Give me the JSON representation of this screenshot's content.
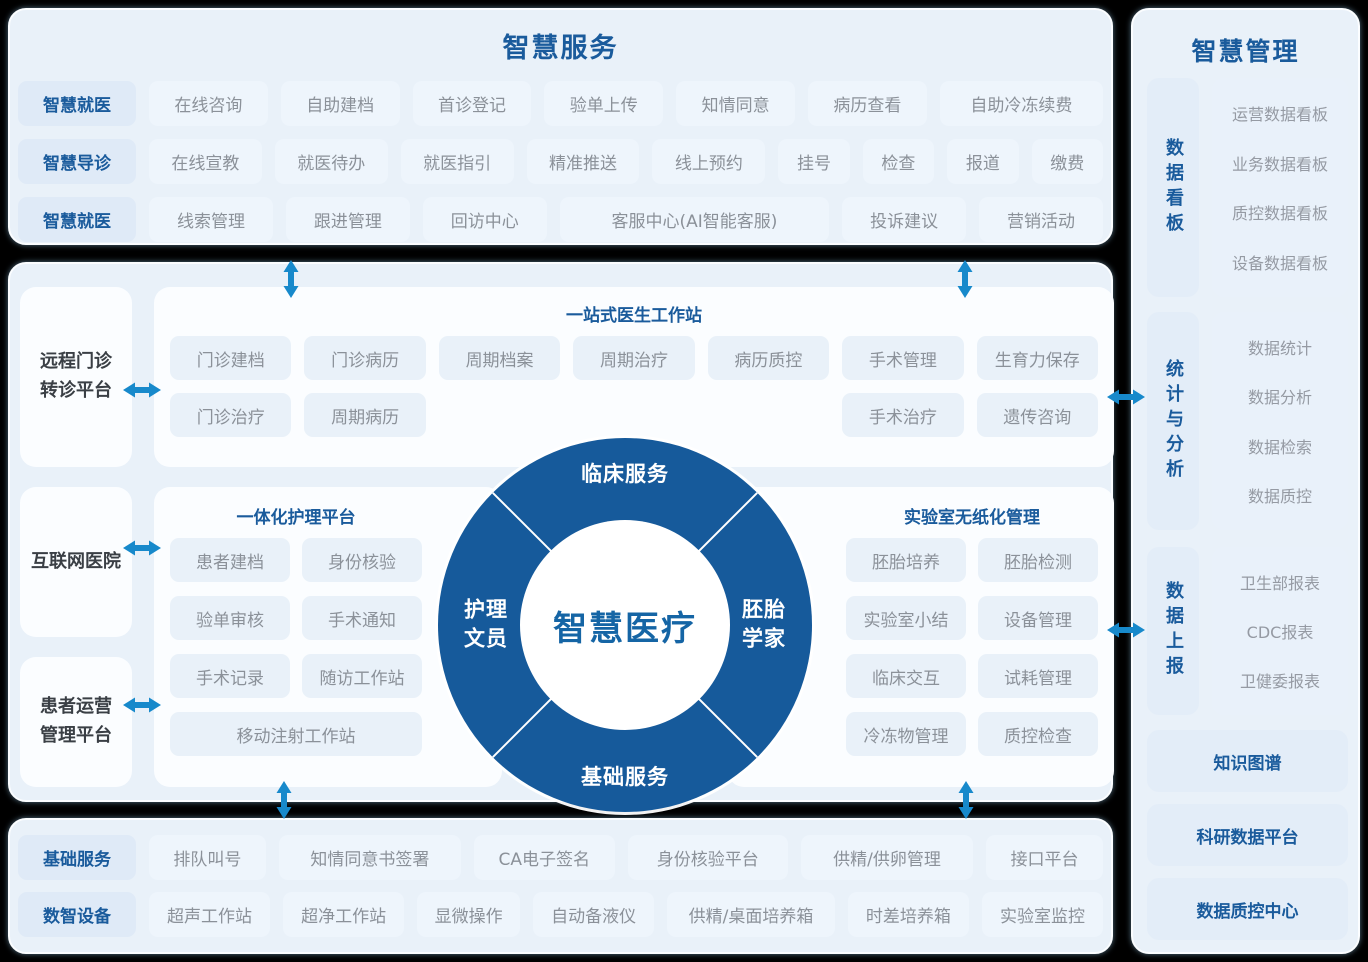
{
  "colors": {
    "brand_blue": "#1a5b9c",
    "arrow_accent": "#1789cb",
    "ring_blue": "#165a9b",
    "panel_bg": "#e9f1f9",
    "chip_bg": "#eef5fc",
    "chip_text": "#8b9199"
  },
  "top_panel": {
    "title": "智慧服务",
    "rows": [
      {
        "label": "智慧就医",
        "items": [
          "在线咨询",
          "自助建档",
          "首诊登记",
          "验单上传",
          "知情同意",
          "病历查看",
          "自助冷冻续费"
        ]
      },
      {
        "label": "智慧导诊",
        "items": [
          "在线宣教",
          "就医待办",
          "就医指引",
          "精准推送",
          "线上预约",
          "挂号",
          "检查",
          "报道",
          "缴费"
        ]
      },
      {
        "label": "智慧就医",
        "items": [
          "线索管理",
          "跟进管理",
          "回访中心",
          "客服中心(AI智能客服)",
          "投诉建议",
          "营销活动"
        ]
      }
    ]
  },
  "middle_panel": {
    "left_cards": [
      "远程门诊\n转诊平台",
      "互联网医院",
      "患者运营\n管理平台"
    ],
    "doctor_station": {
      "title": "一站式医生工作站",
      "row1": [
        "门诊建档",
        "门诊病历",
        "周期档案",
        "周期治疗",
        "病历质控",
        "手术管理",
        "生育力保存"
      ],
      "row2": [
        "门诊治疗",
        "周期病历",
        "手术治疗",
        "遗传咨询"
      ]
    },
    "nursing": {
      "title": "一体化护理平台",
      "items": [
        "患者建档",
        "身份核验",
        "验单审核",
        "手术通知",
        "手术记录",
        "随访工作站"
      ],
      "wide_item": "移动注射工作站"
    },
    "lab": {
      "title": "实验室无纸化管理",
      "items": [
        "胚胎培养",
        "胚胎检测",
        "实验室小结",
        "设备管理",
        "临床交互",
        "试耗管理",
        "冷冻物管理",
        "质控检查"
      ]
    },
    "circle": {
      "center": "智慧医疗",
      "top": "临床服务",
      "bottom": "基础服务",
      "left": "护理\n文员",
      "right": "胚胎\n学家"
    }
  },
  "bottom_panel": {
    "rows": [
      {
        "label": "基础服务",
        "items": [
          "排队叫号",
          "知情同意书签署",
          "CA电子签名",
          "身份核验平台",
          "供精/供卵管理",
          "接口平台"
        ]
      },
      {
        "label": "数智设备",
        "items": [
          "超声工作站",
          "超净工作站",
          "显微操作",
          "自动备液仪",
          "供精/桌面培养箱",
          "时差培养箱",
          "实验室监控"
        ]
      }
    ]
  },
  "right_panel": {
    "title": "智慧管理",
    "groups": [
      {
        "label": "数据看板",
        "items": [
          "运营数据看板",
          "业务数据看板",
          "质控数据看板",
          "设备数据看板"
        ]
      },
      {
        "label": "统计与分析",
        "items": [
          "数据统计",
          "数据分析",
          "数据检索",
          "数据质控"
        ]
      },
      {
        "label": "数据上报",
        "items": [
          "卫生部报表",
          "CDC报表",
          "卫健委报表"
        ]
      }
    ],
    "chips": [
      "知识图谱",
      "科研数据平台",
      "数据质控中心"
    ]
  }
}
